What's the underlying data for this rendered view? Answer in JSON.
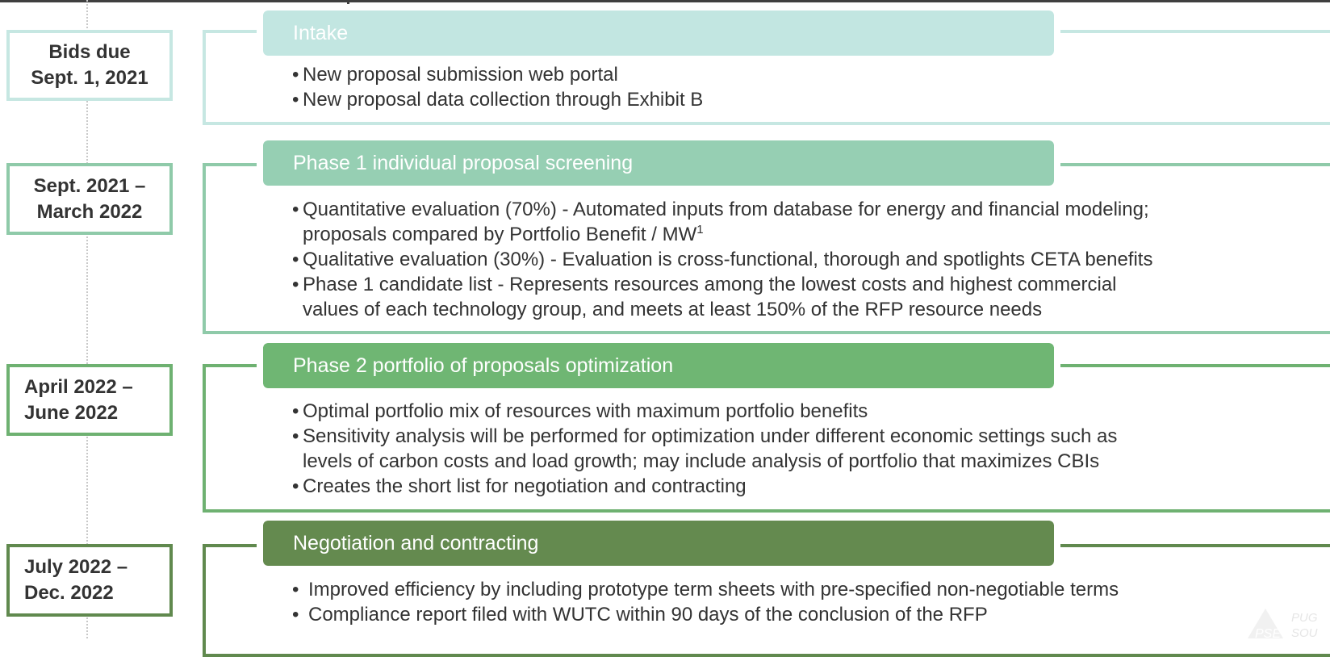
{
  "colors": {
    "intake": "#c2e6e1",
    "intake_frame": "#c6e7e2",
    "phase1": "#96cfb3",
    "phase1_frame": "#8fcaa9",
    "phase2": "#6fb673",
    "phase2_frame": "#6eb171",
    "negotiation": "#648a4f",
    "negotiation_frame": "#60894e"
  },
  "stages": [
    {
      "date_line1": "Bids due",
      "date_line2": "Sept. 1, 2021",
      "header": "Intake",
      "bullets": [
        "New proposal submission web portal",
        "New proposal data collection through Exhibit B"
      ]
    },
    {
      "date_line1": "Sept. 2021 –",
      "date_line2": "March 2022",
      "header": "Phase 1 individual proposal screening",
      "bullets": [
        "Quantitative evaluation (70%) - Automated inputs from database for energy and financial modeling;",
        "proposals compared by Portfolio Benefit / MW",
        "Qualitative evaluation (30%) - Evaluation is cross-functional, thorough and spotlights CETA benefits",
        "Phase 1 candidate list - Represents resources among the lowest costs and highest commercial",
        "values of each technology group, and meets at least 150% of the RFP resource needs"
      ],
      "footnote_mark": "1"
    },
    {
      "date_line1": "April 2022 –",
      "date_line2": "June 2022",
      "header": "Phase 2 portfolio of proposals optimization",
      "bullets": [
        "Optimal portfolio mix of resources with maximum portfolio benefits",
        "Sensitivity analysis will be performed for optimization under different economic settings such as",
        "levels of carbon costs and load growth; may include analysis of portfolio that maximizes CBIs",
        "Creates the short list for negotiation and contracting"
      ]
    },
    {
      "date_line1": "July 2022 –",
      "date_line2": "Dec. 2022",
      "header": "Negotiation and contracting",
      "bullets": [
        "Improved efficiency by including prototype term sheets with pre-specified non-negotiable terms",
        "Compliance report filed with WUTC within 90 days of the conclusion of the RFP"
      ]
    }
  ],
  "logo": {
    "mark": "PSE",
    "text_line1": "PUG",
    "text_line2": "SOU"
  }
}
